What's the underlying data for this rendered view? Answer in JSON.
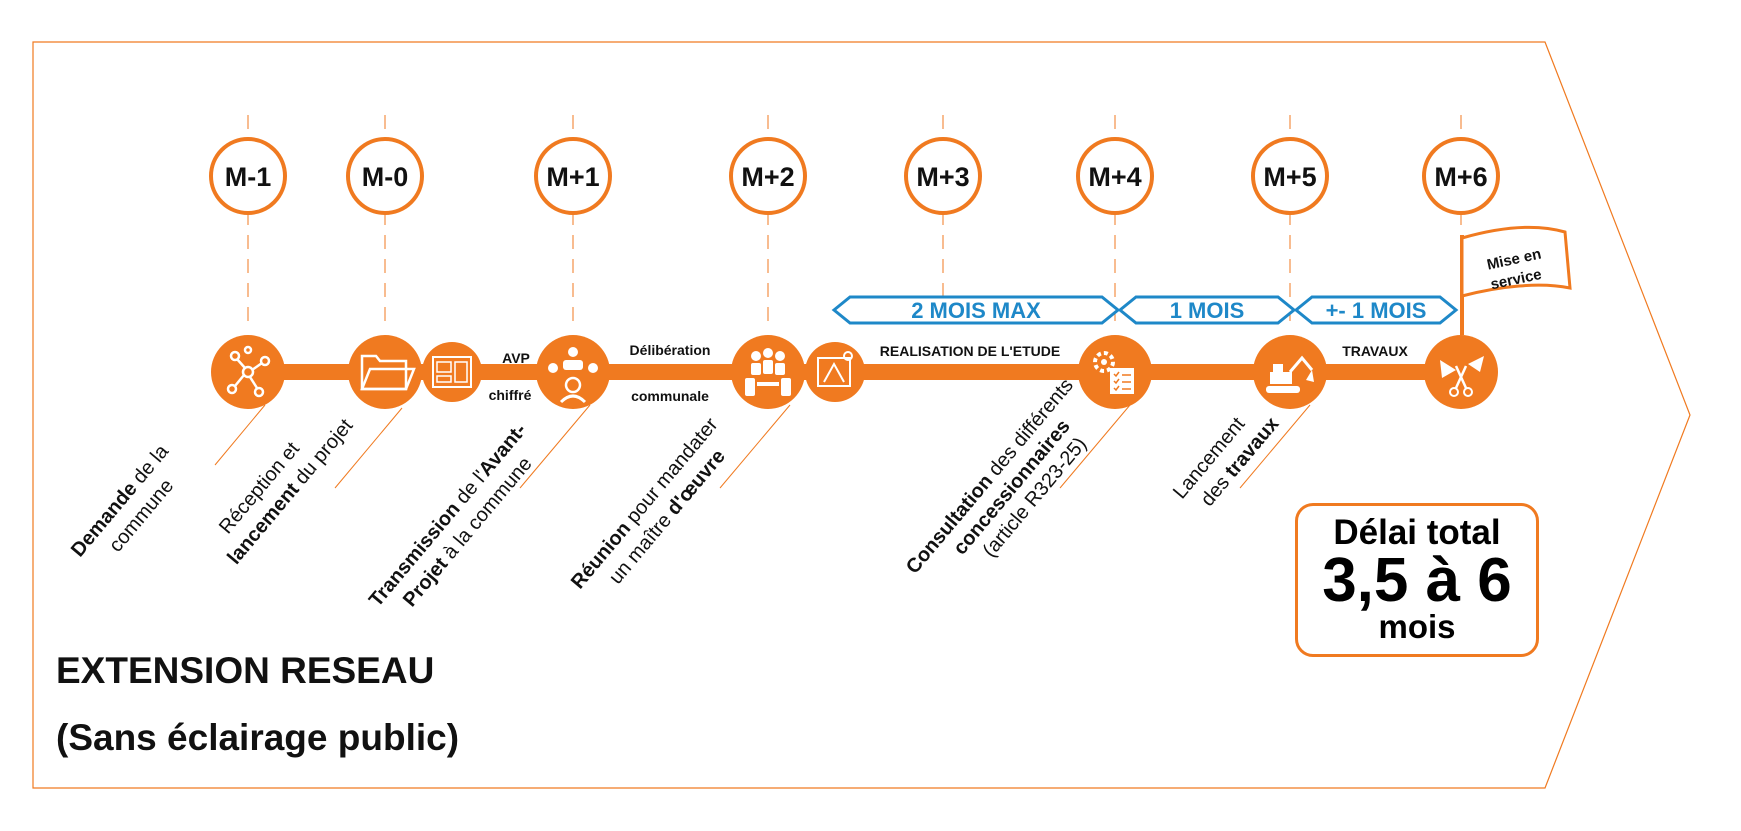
{
  "milestones": [
    "M-1",
    "M-0",
    "M+1",
    "M+2",
    "M+3",
    "M+4",
    "M+5",
    "M+6"
  ],
  "connector_labels": {
    "avp": "AVP",
    "chiffre": "chiffré",
    "deliberation": "Délibération",
    "communale": "communale",
    "realisation": "REALISATION DE L'ETUDE",
    "travaux": "TRAVAUX"
  },
  "durations": {
    "two_months_max": "2 MOIS MAX",
    "one_month": "1 MOIS",
    "approx_one_month": "+- 1 MOIS"
  },
  "flag": {
    "line1": "Mise en",
    "line2": "service"
  },
  "steps": {
    "demande": {
      "bold": "Demande",
      "rest": " de la",
      "line2": "commune"
    },
    "reception": {
      "line1": "Réception et",
      "bold": "lancement",
      "rest": " du projet"
    },
    "transmission": {
      "bold1": "Transmission",
      "rest1": " de l'",
      "bold1b": "Avant-",
      "bold2": "Projet",
      "rest2": " à la commune"
    },
    "reunion": {
      "bold1": "Réunion",
      "rest1": " pour mandater",
      "rest2": "un maître ",
      "bold2": "d'œuvre"
    },
    "consultation": {
      "bold1": "Consultation",
      "rest1": " des différents",
      "bold2": "concessionnaires",
      "line3": "(article R323-25)"
    },
    "lancement": {
      "line1": "Lancement",
      "rest2": "des ",
      "bold2": "travaux"
    }
  },
  "title": {
    "line1": "EXTENSION RESEAU",
    "line2": "(Sans éclairage public)"
  },
  "total": {
    "line1": "Délai total",
    "line2": "3,5 à 6",
    "line3": "mois"
  },
  "colors": {
    "accent": "#f07a20",
    "duration": "#1e88c8",
    "text": "#111111"
  },
  "icons": [
    "network-icon",
    "folder-icon",
    "blueprint-icon",
    "meeting-icon",
    "team-icon",
    "plan-icon",
    "gear-checklist-icon",
    "excavator-icon",
    "ribbon-scissors-icon"
  ]
}
